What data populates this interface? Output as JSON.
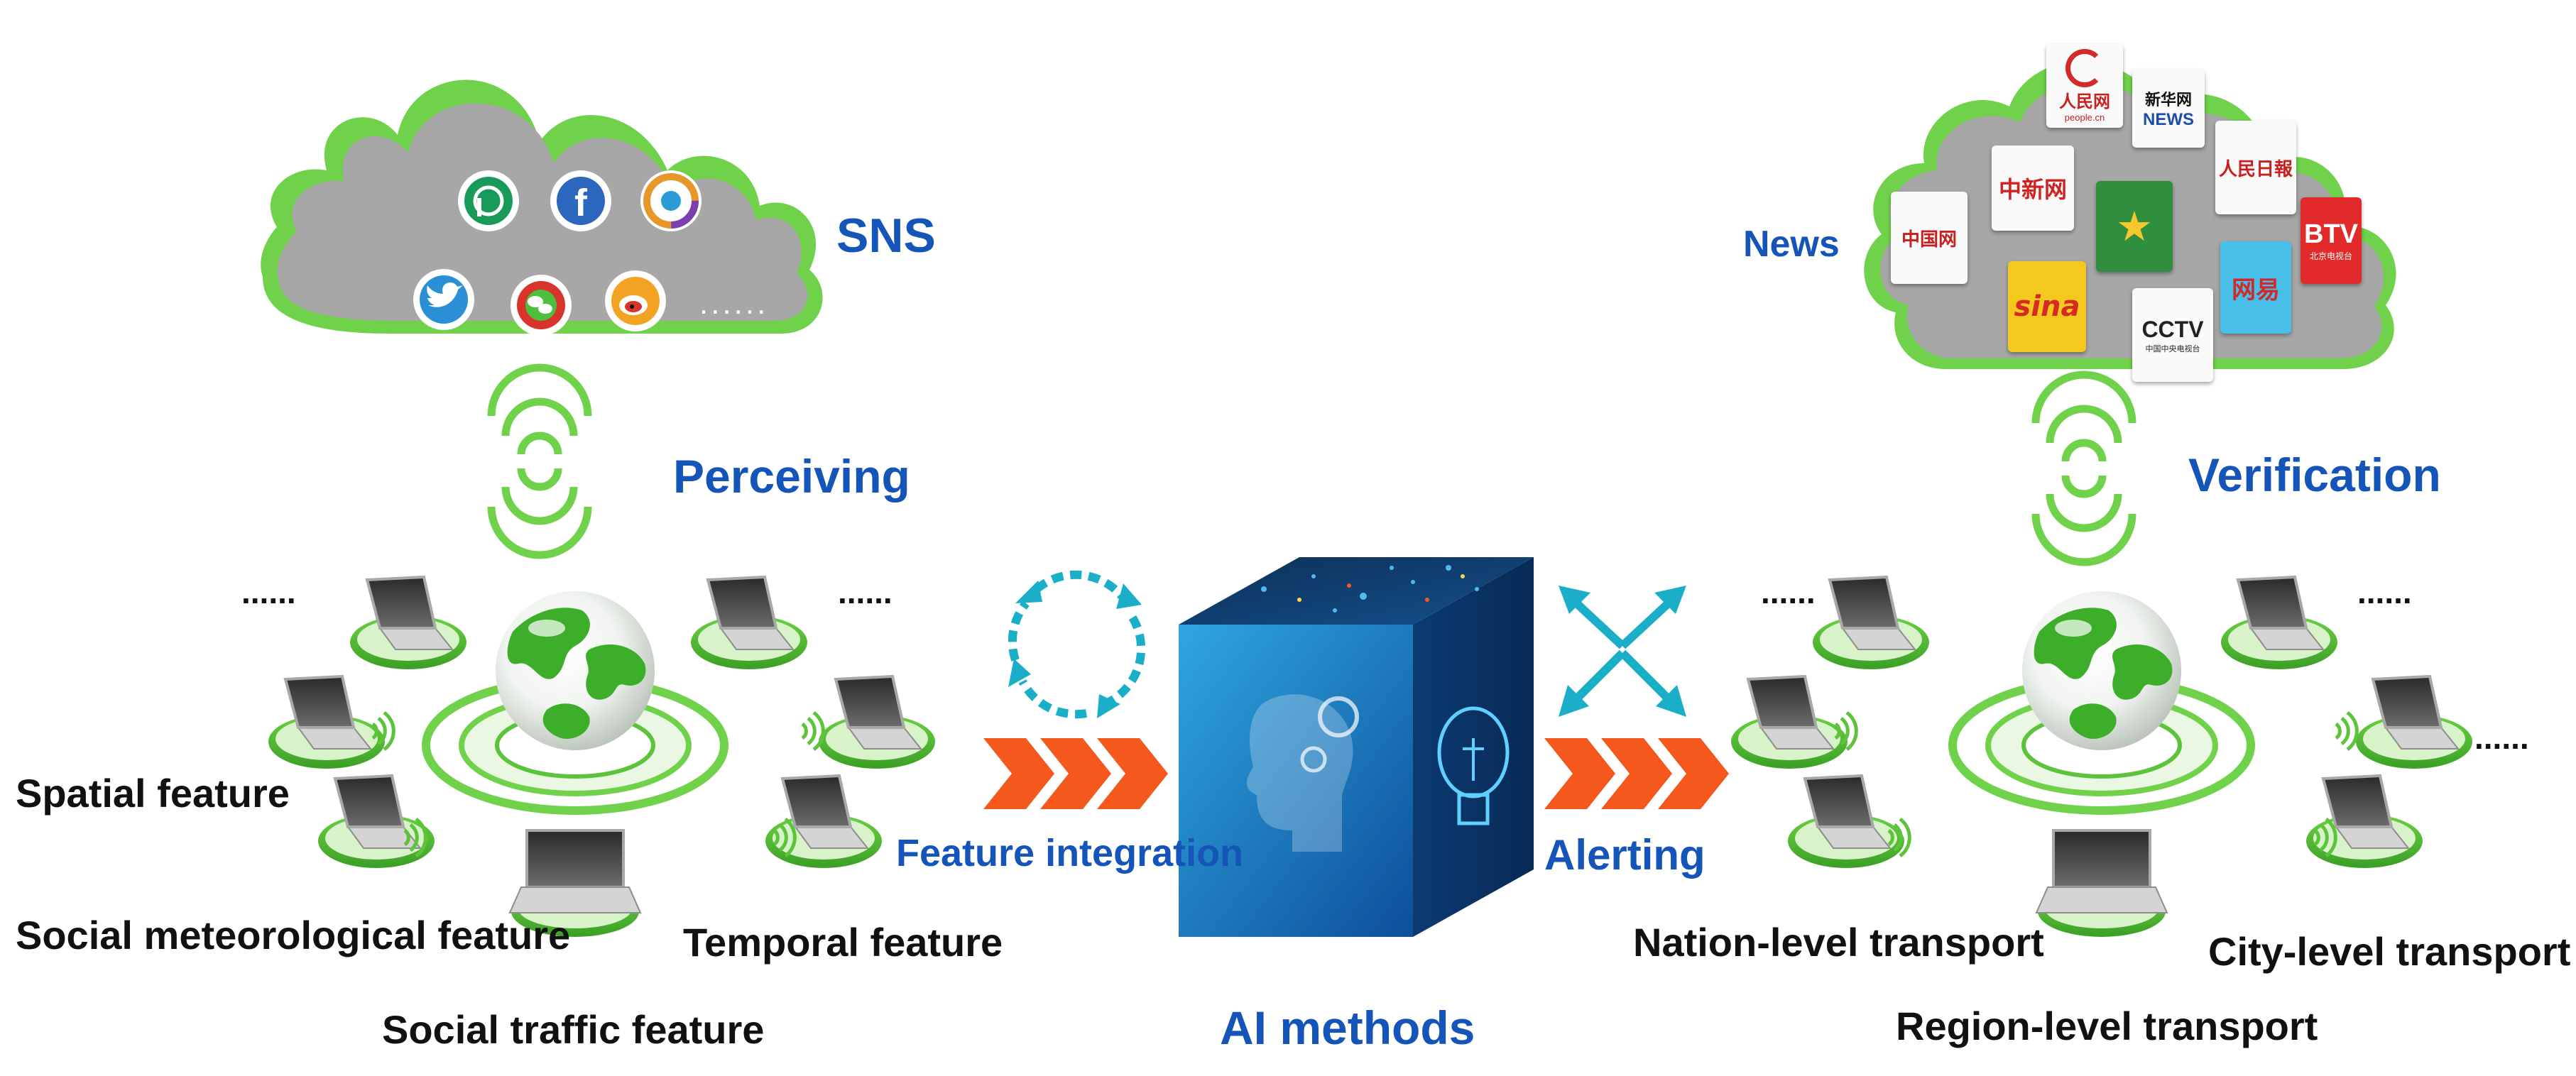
{
  "labels": {
    "sns": "SNS",
    "news": "News",
    "perceiving": "Perceiving",
    "verification": "Verification",
    "feature_integration": "Feature integration",
    "alerting": "Alerting",
    "ai_methods": "AI methods",
    "spatial_feature": "Spatial feature",
    "social_meteorological_feature": "Social meteorological feature",
    "temporal_feature": "Temporal feature",
    "social_traffic_feature": "Social traffic feature",
    "nation_level_transport": "Nation-level transport",
    "region_level_transport": "Region-level transport",
    "city_level_transport": "City-level transport",
    "ellipsis": "......"
  },
  "sns_icons": [
    "p-app-icon",
    "facebook-icon",
    "ring-app-icon",
    "twitter-icon",
    "wechat-icon",
    "weibo-icon"
  ],
  "news_logos": {
    "people_cn": "人民网",
    "people_url": "people.cn",
    "xinhua": "新华网",
    "xinhua_sub": "NEWS",
    "chinanews": "中新网",
    "peoples_daily": "人民日報",
    "china_com": "中国网",
    "btv": "BTV",
    "btv_sub": "北京电视台",
    "sina": "sina",
    "cctv": "CCTV",
    "cctv_sub": "中国中央电视台",
    "netease": "网易"
  },
  "colors": {
    "label_blue": "#1554b8",
    "cloud_green": "#6fd24a",
    "cloud_gray": "#a7a7a7",
    "arrow_orange": "#f4581c",
    "arrow_cyan": "#1aaec8",
    "pad_green": "#5cc43a",
    "cube_blue": "#1787c9"
  }
}
